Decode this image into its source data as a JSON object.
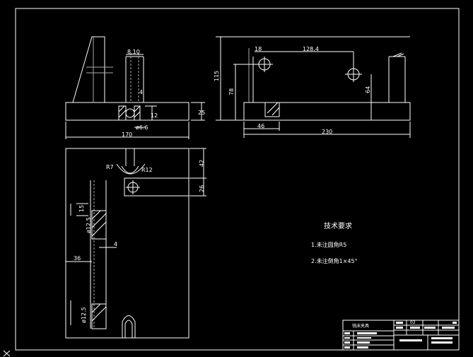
{
  "drawing": {
    "colors": {
      "background": "#000000",
      "line": "#ffffff",
      "hidden": "#cccccc"
    },
    "front_view": {
      "dims": {
        "slot_width": "8.10",
        "depth_4": "4",
        "depth_12": "12",
        "height_25": "25",
        "hole_dia": "ø6.6",
        "width_170": "170"
      }
    },
    "side_view": {
      "dims": {
        "offset_18": "18",
        "spacing": "128.4",
        "height_115": "115",
        "height_78": "78",
        "height_64": "64",
        "width_46": "46",
        "width_230": "230"
      }
    },
    "top_view": {
      "dims": {
        "r7": "R7",
        "r12": "R12",
        "dim_42": "42",
        "dim_26": "26",
        "dim_15": "15",
        "hole_12": "ø12.5",
        "dim_4": "4",
        "dim_36": "36",
        "hole_bottom": "ø12.5"
      }
    },
    "requirements": {
      "title": "技术要求",
      "item1": "1.未注圆角R5",
      "item2": "2.未注倒角1×45°"
    },
    "title_block": {
      "name": "铣床夹具",
      "sheet": "02"
    },
    "ucs_icon": "ucs-axis-icon"
  }
}
